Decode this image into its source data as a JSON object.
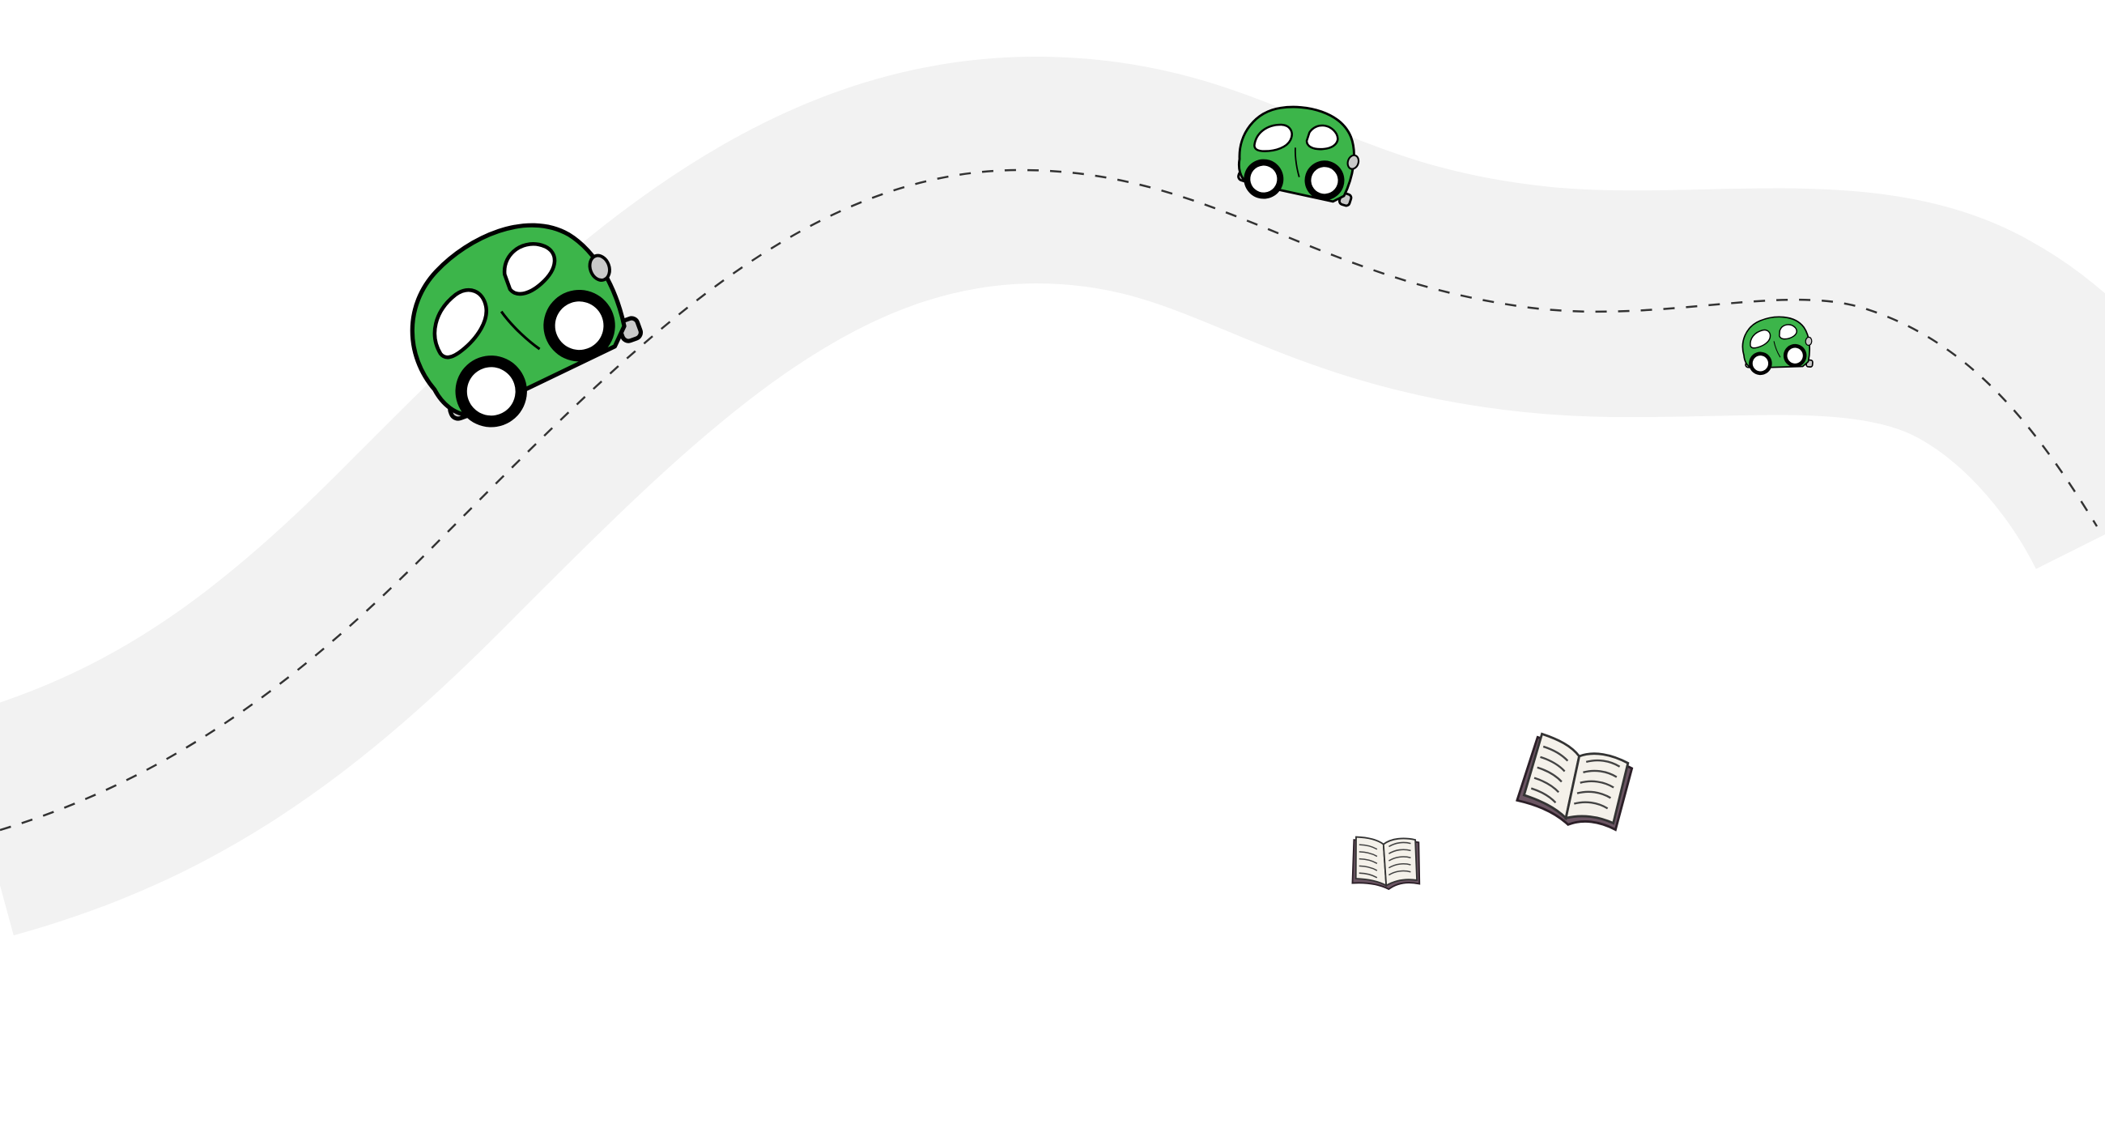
{
  "scene": {
    "background_color": "#ffffff",
    "road_color": "#f2f2f2",
    "lane_line_color": "#333333"
  },
  "cars": [
    {
      "name": "car-large",
      "body_color": "#3cb54a",
      "icon": "car-icon"
    },
    {
      "name": "car-medium",
      "body_color": "#3cb54a",
      "icon": "car-icon"
    },
    {
      "name": "car-small",
      "body_color": "#3cb54a",
      "icon": "car-icon"
    }
  ],
  "books": [
    {
      "name": "book-large",
      "icon": "open-book-icon"
    },
    {
      "name": "book-small",
      "icon": "open-book-icon"
    }
  ]
}
